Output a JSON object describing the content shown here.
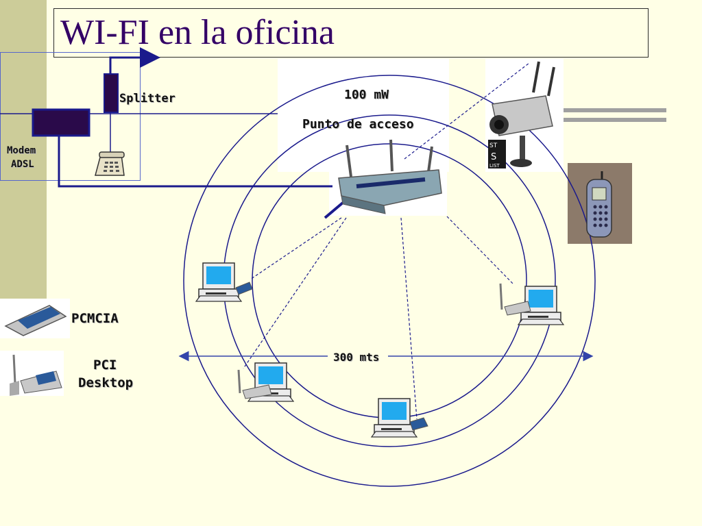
{
  "title": "WI-FI en la oficina",
  "labels": {
    "splitter": "Splitter",
    "modem_line1": "Modem",
    "modem_line2": "ADSL",
    "power": "100 mW",
    "access_point": "Punto de acceso",
    "pcmcia": "PCMCIA",
    "pci_line1": "PCI",
    "pci_line2": "Desktop",
    "distance": "300 mts"
  },
  "colors": {
    "background": "#ffffe6",
    "sidebar": "#cccc99",
    "title": "#330066",
    "wire": "#1a1a8c",
    "circle": "#1a1a8c",
    "arrow": "#3344aa"
  },
  "icons": [
    "telephone-icon",
    "access-point-icon",
    "ip-camera-icon",
    "cell-phone-icon",
    "pcmcia-card-icon",
    "pci-card-icon",
    "computer-icon"
  ]
}
